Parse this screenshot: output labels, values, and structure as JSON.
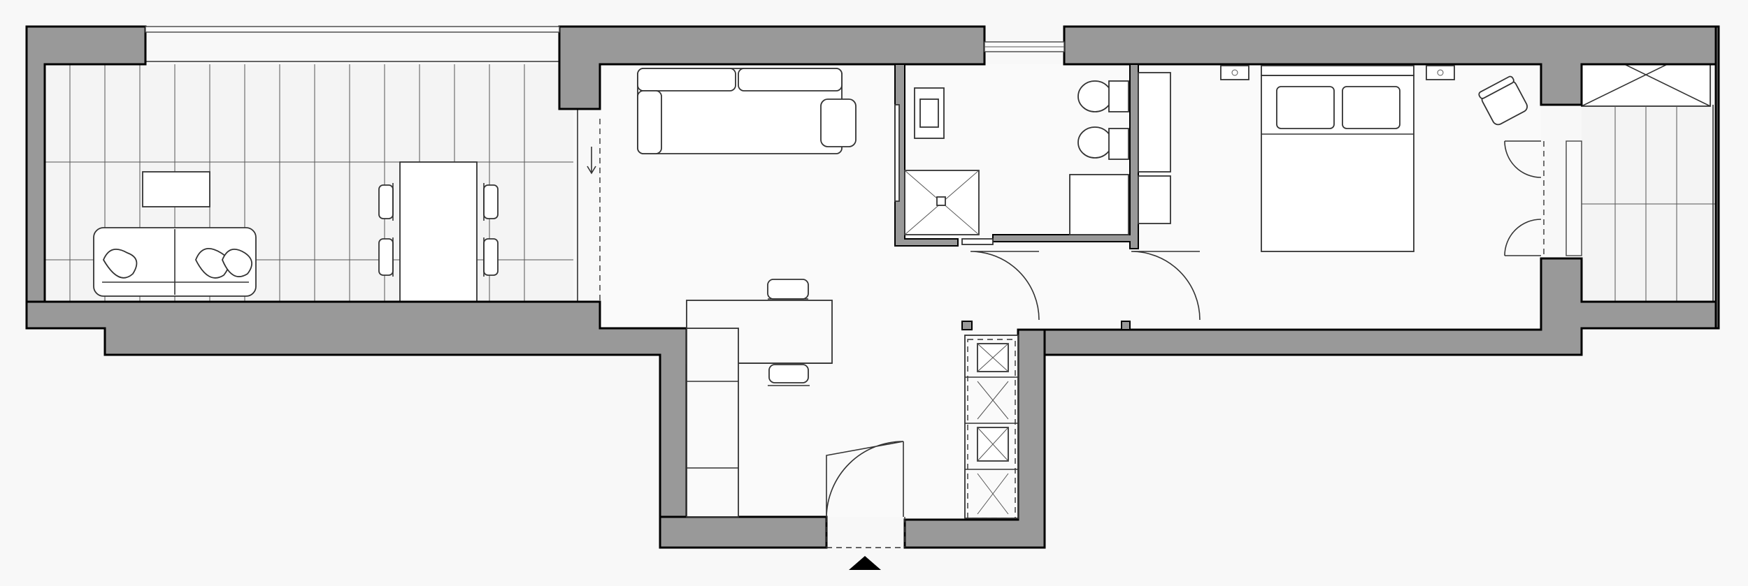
{
  "plan": {
    "wall_fill": "#999999",
    "floor_fill": "#f8f8f8",
    "line_color": "#000000",
    "rooms": [
      "terrace-left",
      "living-room",
      "bathroom",
      "bedroom",
      "balcony-right",
      "kitchen-hall"
    ],
    "entrance_marker": "triangle-up"
  }
}
